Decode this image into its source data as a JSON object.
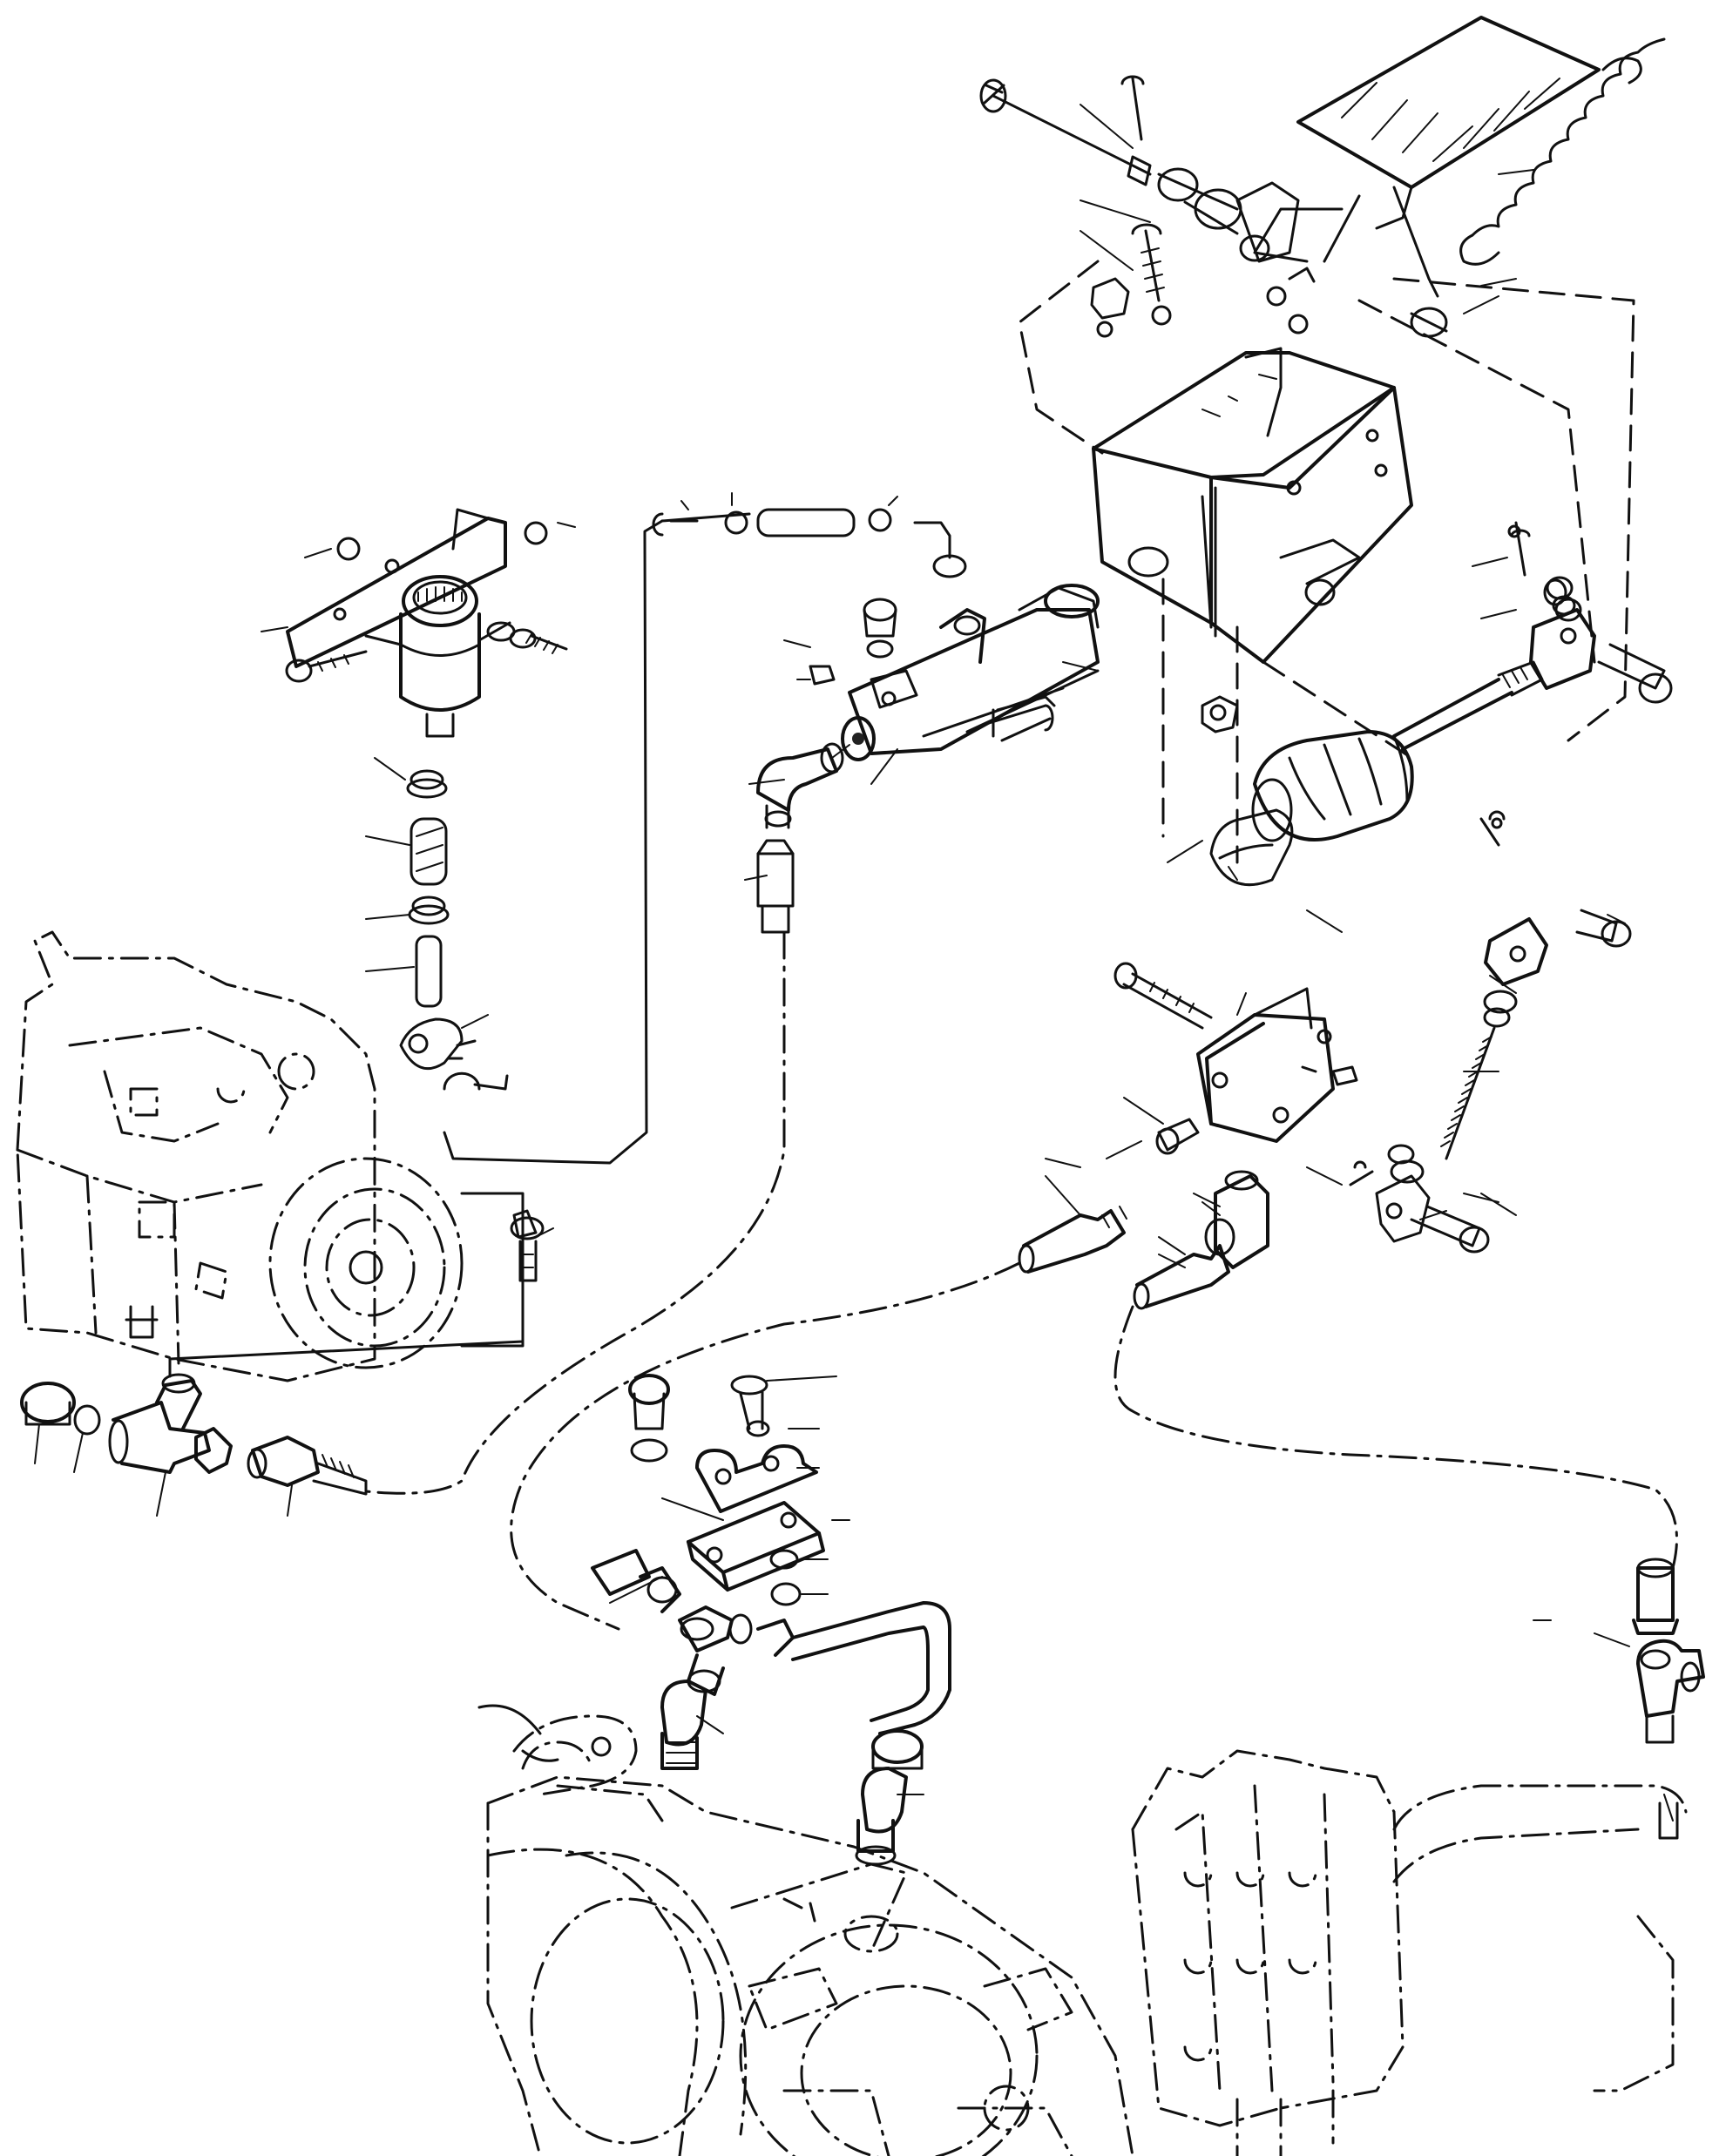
{
  "diagram": {
    "colors": {
      "ink": "#111111",
      "background": "#ffffff"
    },
    "components": [
      "brake-pedal",
      "return-spring",
      "pedal-bracket-box",
      "master-cylinder",
      "fluid-reservoir",
      "reservoir-bracket",
      "dust-boot",
      "pressure-switch-block",
      "adjuster-rod",
      "tee-fitting",
      "clamp-plate",
      "hydraulic-pump",
      "transmission",
      "control-valve",
      "elbow-fitting"
    ]
  }
}
